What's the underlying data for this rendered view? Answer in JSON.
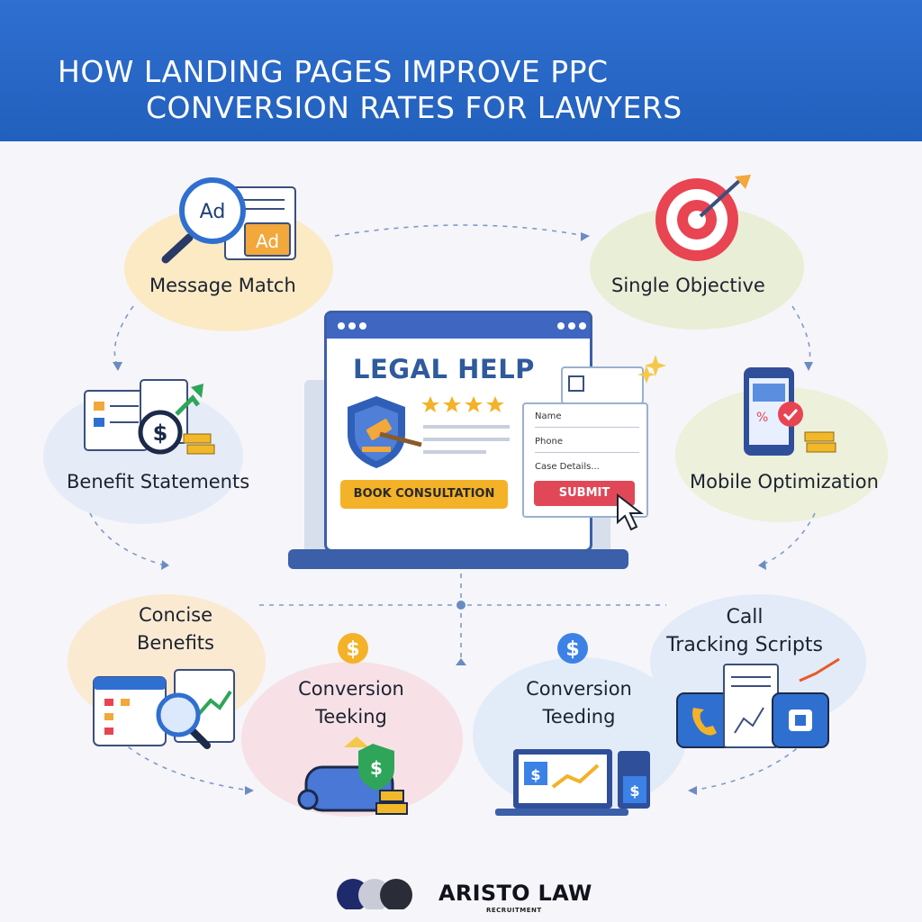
{
  "header": {
    "title_line1": "HOW LANDING PAGES IMPROVE PPC",
    "title_line2": "CONVERSION RATES FOR LAWYERS"
  },
  "items": {
    "message_match": "Message Match",
    "single_objective": "Single Objective",
    "benefit_statements": "Benefit Statements",
    "mobile_optimization": "Mobile Optimization",
    "concise_benefits_l1": "Concise",
    "concise_benefits_l2": "Benefits",
    "conversion_left_l1": "Conversion",
    "conversion_left_l2": "Teeking",
    "conversion_right_l1": "Conversion",
    "conversion_right_l2": "Teeding",
    "call_tracking_l1": "Call",
    "call_tracking_l2": "Tracking Scripts"
  },
  "icons": {
    "ad_badge_1": "Ad",
    "ad_badge_2": "Ad",
    "dollar": "$"
  },
  "landing_page": {
    "headline": "LEGAL HELP",
    "cta_label": "BOOK CONSULTATION",
    "form_name": "Name",
    "form_phone": "Phone",
    "form_details": "Case Details...",
    "submit_label": "SUBMIT"
  },
  "brand": {
    "name": "ARISTO LAW",
    "tagline": "RECRUITMENT"
  },
  "colors": {
    "header_blue": "#2563c3",
    "cta_orange": "#f4b228",
    "submit_red": "#e04858",
    "brand_navy": "#1e2a6b"
  }
}
